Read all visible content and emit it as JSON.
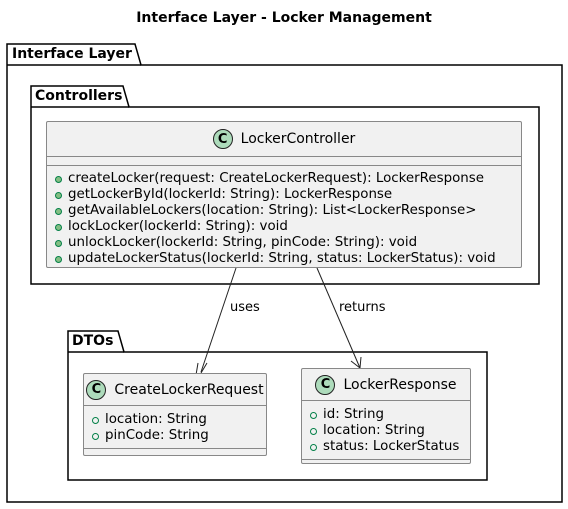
{
  "title": "Interface Layer - Locker Management",
  "packages": {
    "interface_layer": "Interface Layer",
    "controllers": "Controllers",
    "dtos": "DTOs"
  },
  "badge_letter": "C",
  "classes": {
    "locker_controller": {
      "name": "LockerController",
      "members": [
        "createLocker(request: CreateLockerRequest): LockerResponse",
        "getLockerById(lockerId: String): LockerResponse",
        "getAvailableLockers(location: String): List<LockerResponse>",
        "lockLocker(lockerId: String): void",
        "unlockLocker(lockerId: String, pinCode: String): void",
        "updateLockerStatus(lockerId: String, status: LockerStatus): void"
      ]
    },
    "create_locker_request": {
      "name": "CreateLockerRequest",
      "members": [
        "location: String",
        "pinCode: String"
      ]
    },
    "locker_response": {
      "name": "LockerResponse",
      "members": [
        "id: String",
        "location: String",
        "status: LockerStatus"
      ]
    }
  },
  "edges": {
    "uses": "uses",
    "returns": "returns"
  }
}
